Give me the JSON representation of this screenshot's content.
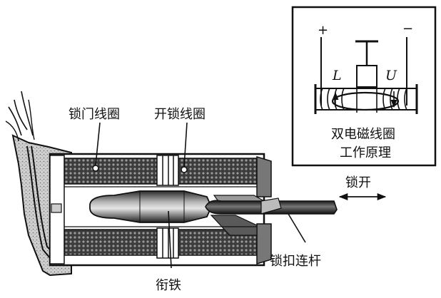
{
  "labels": {
    "lock_coil": "锁门线圈",
    "unlock_coil": "开锁线圈",
    "armature": "衔铁",
    "link_rod": "锁扣连杆",
    "lock_open": "锁开"
  },
  "inset": {
    "plus": "+",
    "minus": "−",
    "L": "L",
    "U": "U",
    "title_line1": "双电磁线圈",
    "title_line2": "工作原理"
  },
  "colors": {
    "ink": "#111111",
    "coil_fill": "#5a5a5a",
    "armature_mid": "#8a8a8a",
    "wall": "#bdbdbd"
  }
}
